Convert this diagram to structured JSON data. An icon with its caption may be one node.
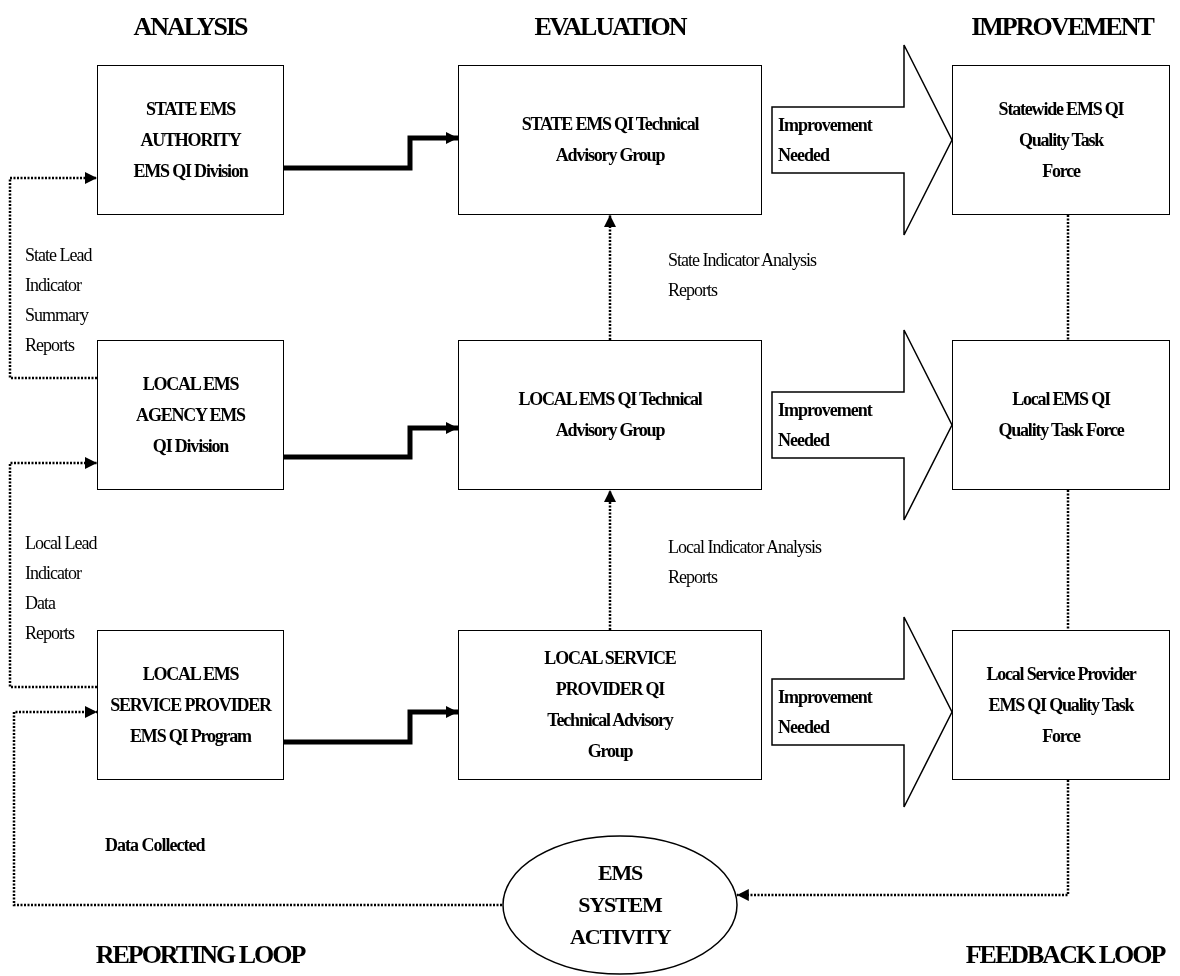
{
  "diagram": {
    "nodes": [
      {
        "text": [
          "STATE EMS AUTHORITY EMS QI Division"
        ]
      },
      {
        "text": [
          "STATE EMS QI Technical Advisory Group"
        ]
      },
      {
        "text": [
          "Statewide EMS QI Quality Task Force"
        ]
      },
      {
        "text": [
          "LOCAL EMS AGENCY EMS QI Division"
        ]
      },
      {
        "text": [
          "LOCAL EMS QI Technical Advisory Group"
        ]
      },
      {
        "text": [
          "Local EMS QI Quality Task Force"
        ]
      },
      {
        "text": [
          "LOCAL EMS SERVICE PROVIDER EMS QI Program"
        ]
      },
      {
        "text": [
          "LOCAL SERVICE PROVIDER QI Technical Advisory Group"
        ]
      },
      {
        "text": [
          "Local Service Provider EMS QI Quality Task Force"
        ]
      },
      {
        "text": [
          "EMS SYSTEM ACTIVITY"
        ]
      }
    ],
    "edges": [
      {
        "from": 0,
        "to": 1,
        "arrow": "to",
        "style": "thick"
      },
      {
        "from": 1,
        "to": 2,
        "arrow": "to",
        "label": "Improvement Needed"
      },
      {
        "from": 3,
        "to": 4,
        "arrow": "to",
        "style": "thick"
      },
      {
        "from": 4,
        "to": 5,
        "arrow": "to",
        "label": "Improvement Needed"
      },
      {
        "from": 6,
        "to": 7,
        "arrow": "to",
        "style": "thick"
      },
      {
        "from": 7,
        "to": 8,
        "arrow": "to",
        "label": "Improvement Needed"
      },
      {
        "from": 4,
        "to": 1,
        "arrow": "to",
        "style": "dashed",
        "label": "State Indicator Analysis Reports"
      },
      {
        "from": 7,
        "to": 4,
        "arrow": "to",
        "style": "dashed",
        "label": "Local Indicator Analysis Reports"
      },
      {
        "from": 2,
        "to": 5,
        "arrow": "none",
        "style": "dashed"
      },
      {
        "from": 5,
        "to": 8,
        "arrow": "none",
        "style": "dashed"
      },
      {
        "from": 8,
        "to": 9,
        "arrow": "to",
        "style": "dashed"
      },
      {
        "from": 9,
        "to": 6,
        "arrow": "to",
        "style": "dashed",
        "label": "Data Collected"
      },
      {
        "from": 3,
        "to": 0,
        "arrow": "to",
        "style": "dashed",
        "label": "State Lead Indicator Summary Reports"
      },
      {
        "from": 6,
        "to": 3,
        "arrow": "to",
        "style": "dashed",
        "label": "Local Lead Indicator Data Reports"
      }
    ],
    "labels": [
      "ANALYSIS",
      "EVALUATION",
      "IMPROVEMENT",
      "REPORTING LOOP",
      "FEEDBACK LOOP"
    ]
  }
}
